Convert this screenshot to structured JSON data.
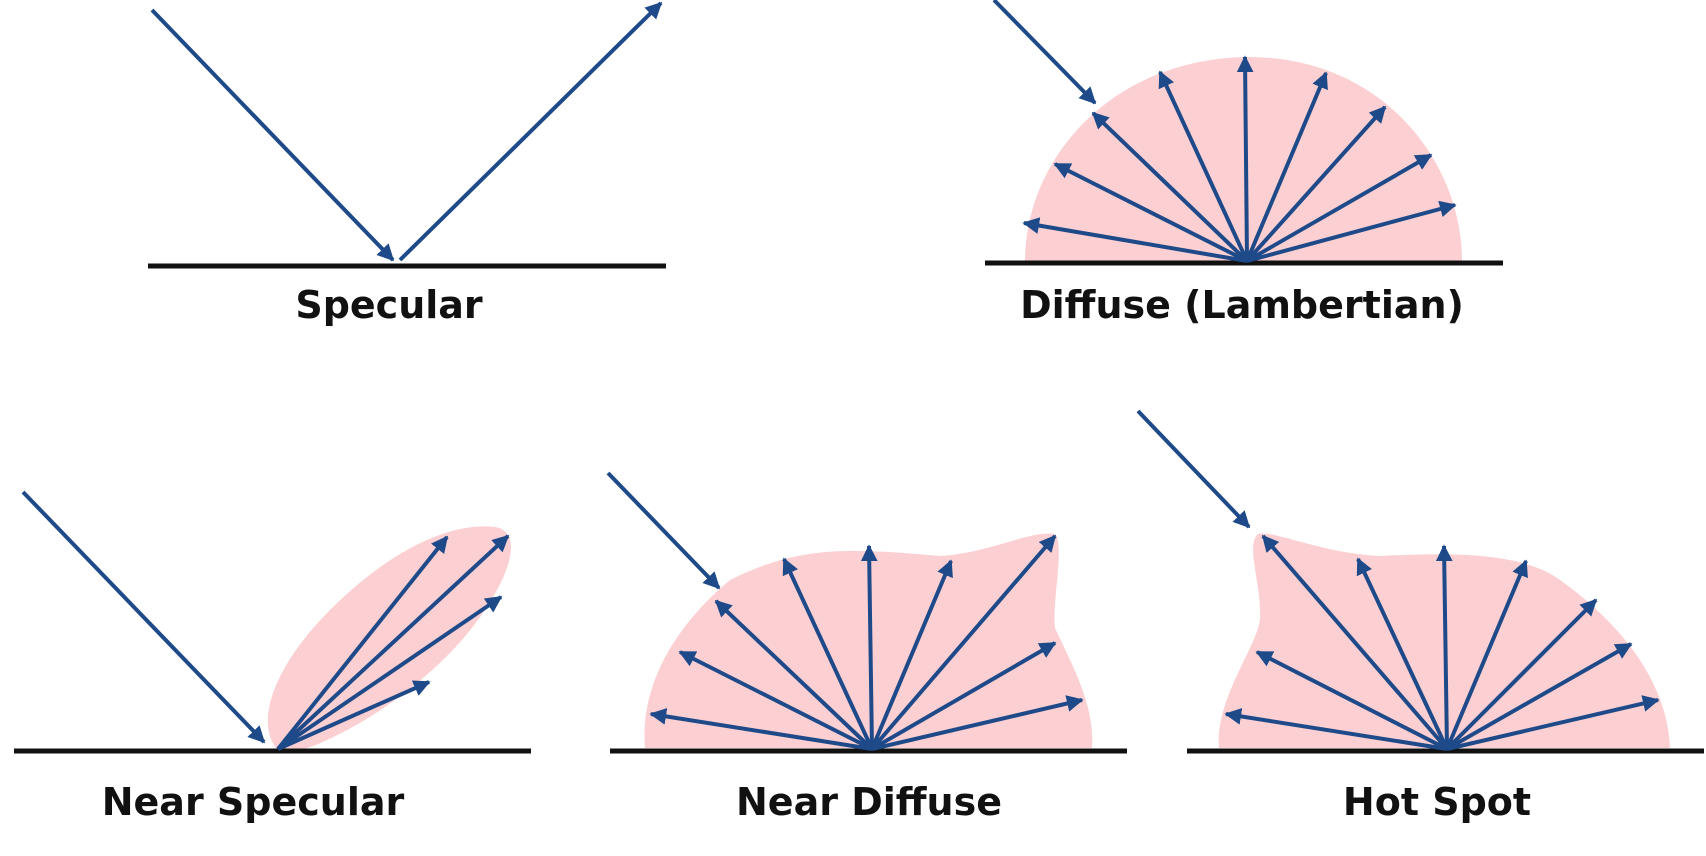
{
  "colors": {
    "arrow": "#1f4a89",
    "lobe": "#fcd0d2",
    "surface": "#111111",
    "text": "#111111",
    "background": "#ffffff"
  },
  "panels": {
    "specular": {
      "label": "Specular"
    },
    "diffuse": {
      "label": "Diffuse (Lambertian)"
    },
    "near_specular": {
      "label": "Near Specular"
    },
    "near_diffuse": {
      "label": "Near Diffuse"
    },
    "hot_spot": {
      "label": "Hot Spot"
    }
  }
}
